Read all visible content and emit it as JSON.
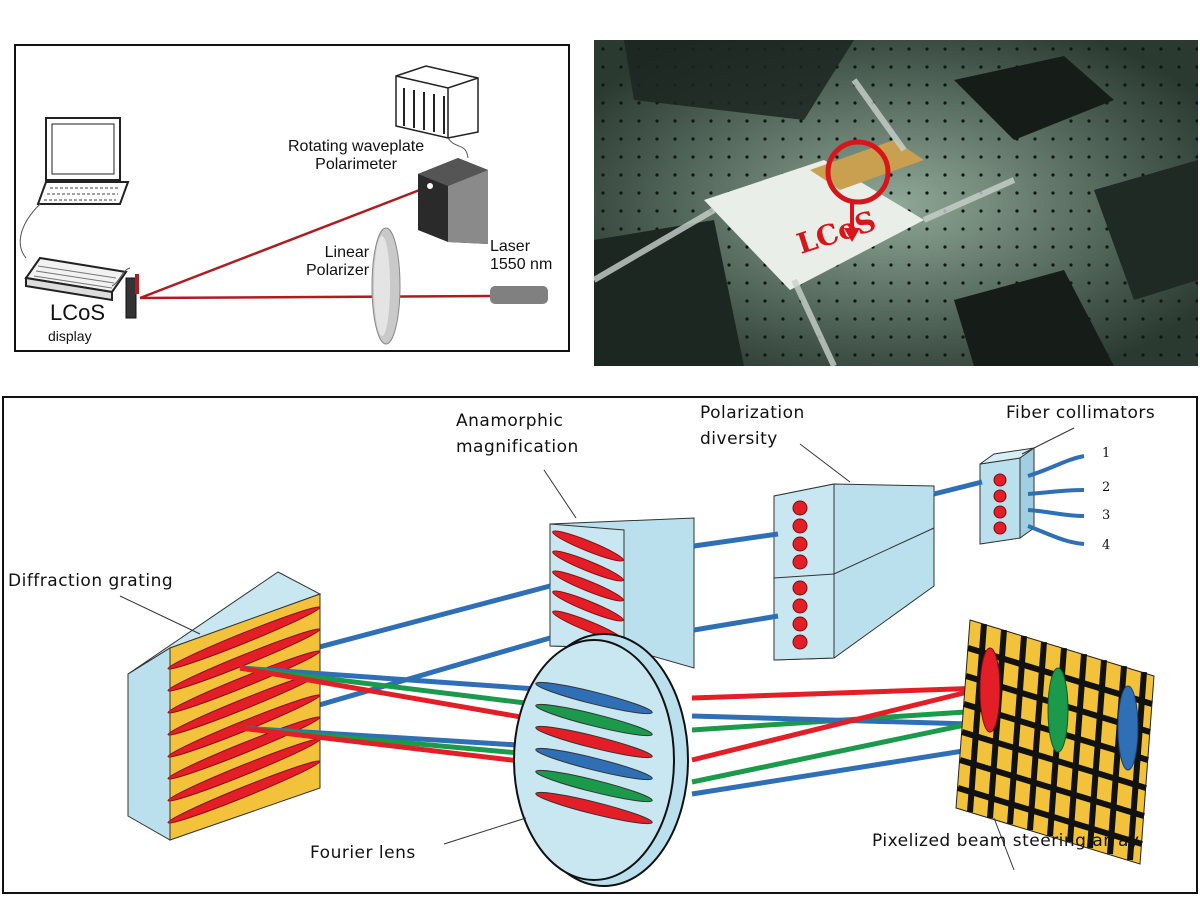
{
  "setup_panel": {
    "polarimeter_label_line1": "Rotating waveplate",
    "polarimeter_label_line2": "Polarimeter",
    "polarizer_label_line1": "Linear",
    "polarizer_label_line2": "Polarizer",
    "laser_label_line1": "Laser",
    "laser_label_line2": "1550 nm",
    "lcos_label": "LCoS",
    "display_label": "display"
  },
  "photo_panel": {
    "callout_text": "LCoS",
    "callout_color": "#d8151a"
  },
  "wss_panel": {
    "labels": {
      "anamorphic_line1": "Anamorphic",
      "anamorphic_line2": "magnification",
      "polarization_line1": "Polarization",
      "polarization_line2": "diversity",
      "fiber_collimators": "Fiber collimators",
      "diffraction_grating": "Diffraction grating",
      "fourier_lens": "Fourier lens",
      "pixelized_array": "Pixelized beam steering array"
    },
    "ports": [
      "1",
      "2",
      "3",
      "4"
    ],
    "colors": {
      "component_fill": "#b9e0ec",
      "beam_blue": "#2f6fb6",
      "beam_red": "#e41e26",
      "beam_green": "#1a9a4a",
      "grating_gold": "#f2c23a"
    }
  }
}
